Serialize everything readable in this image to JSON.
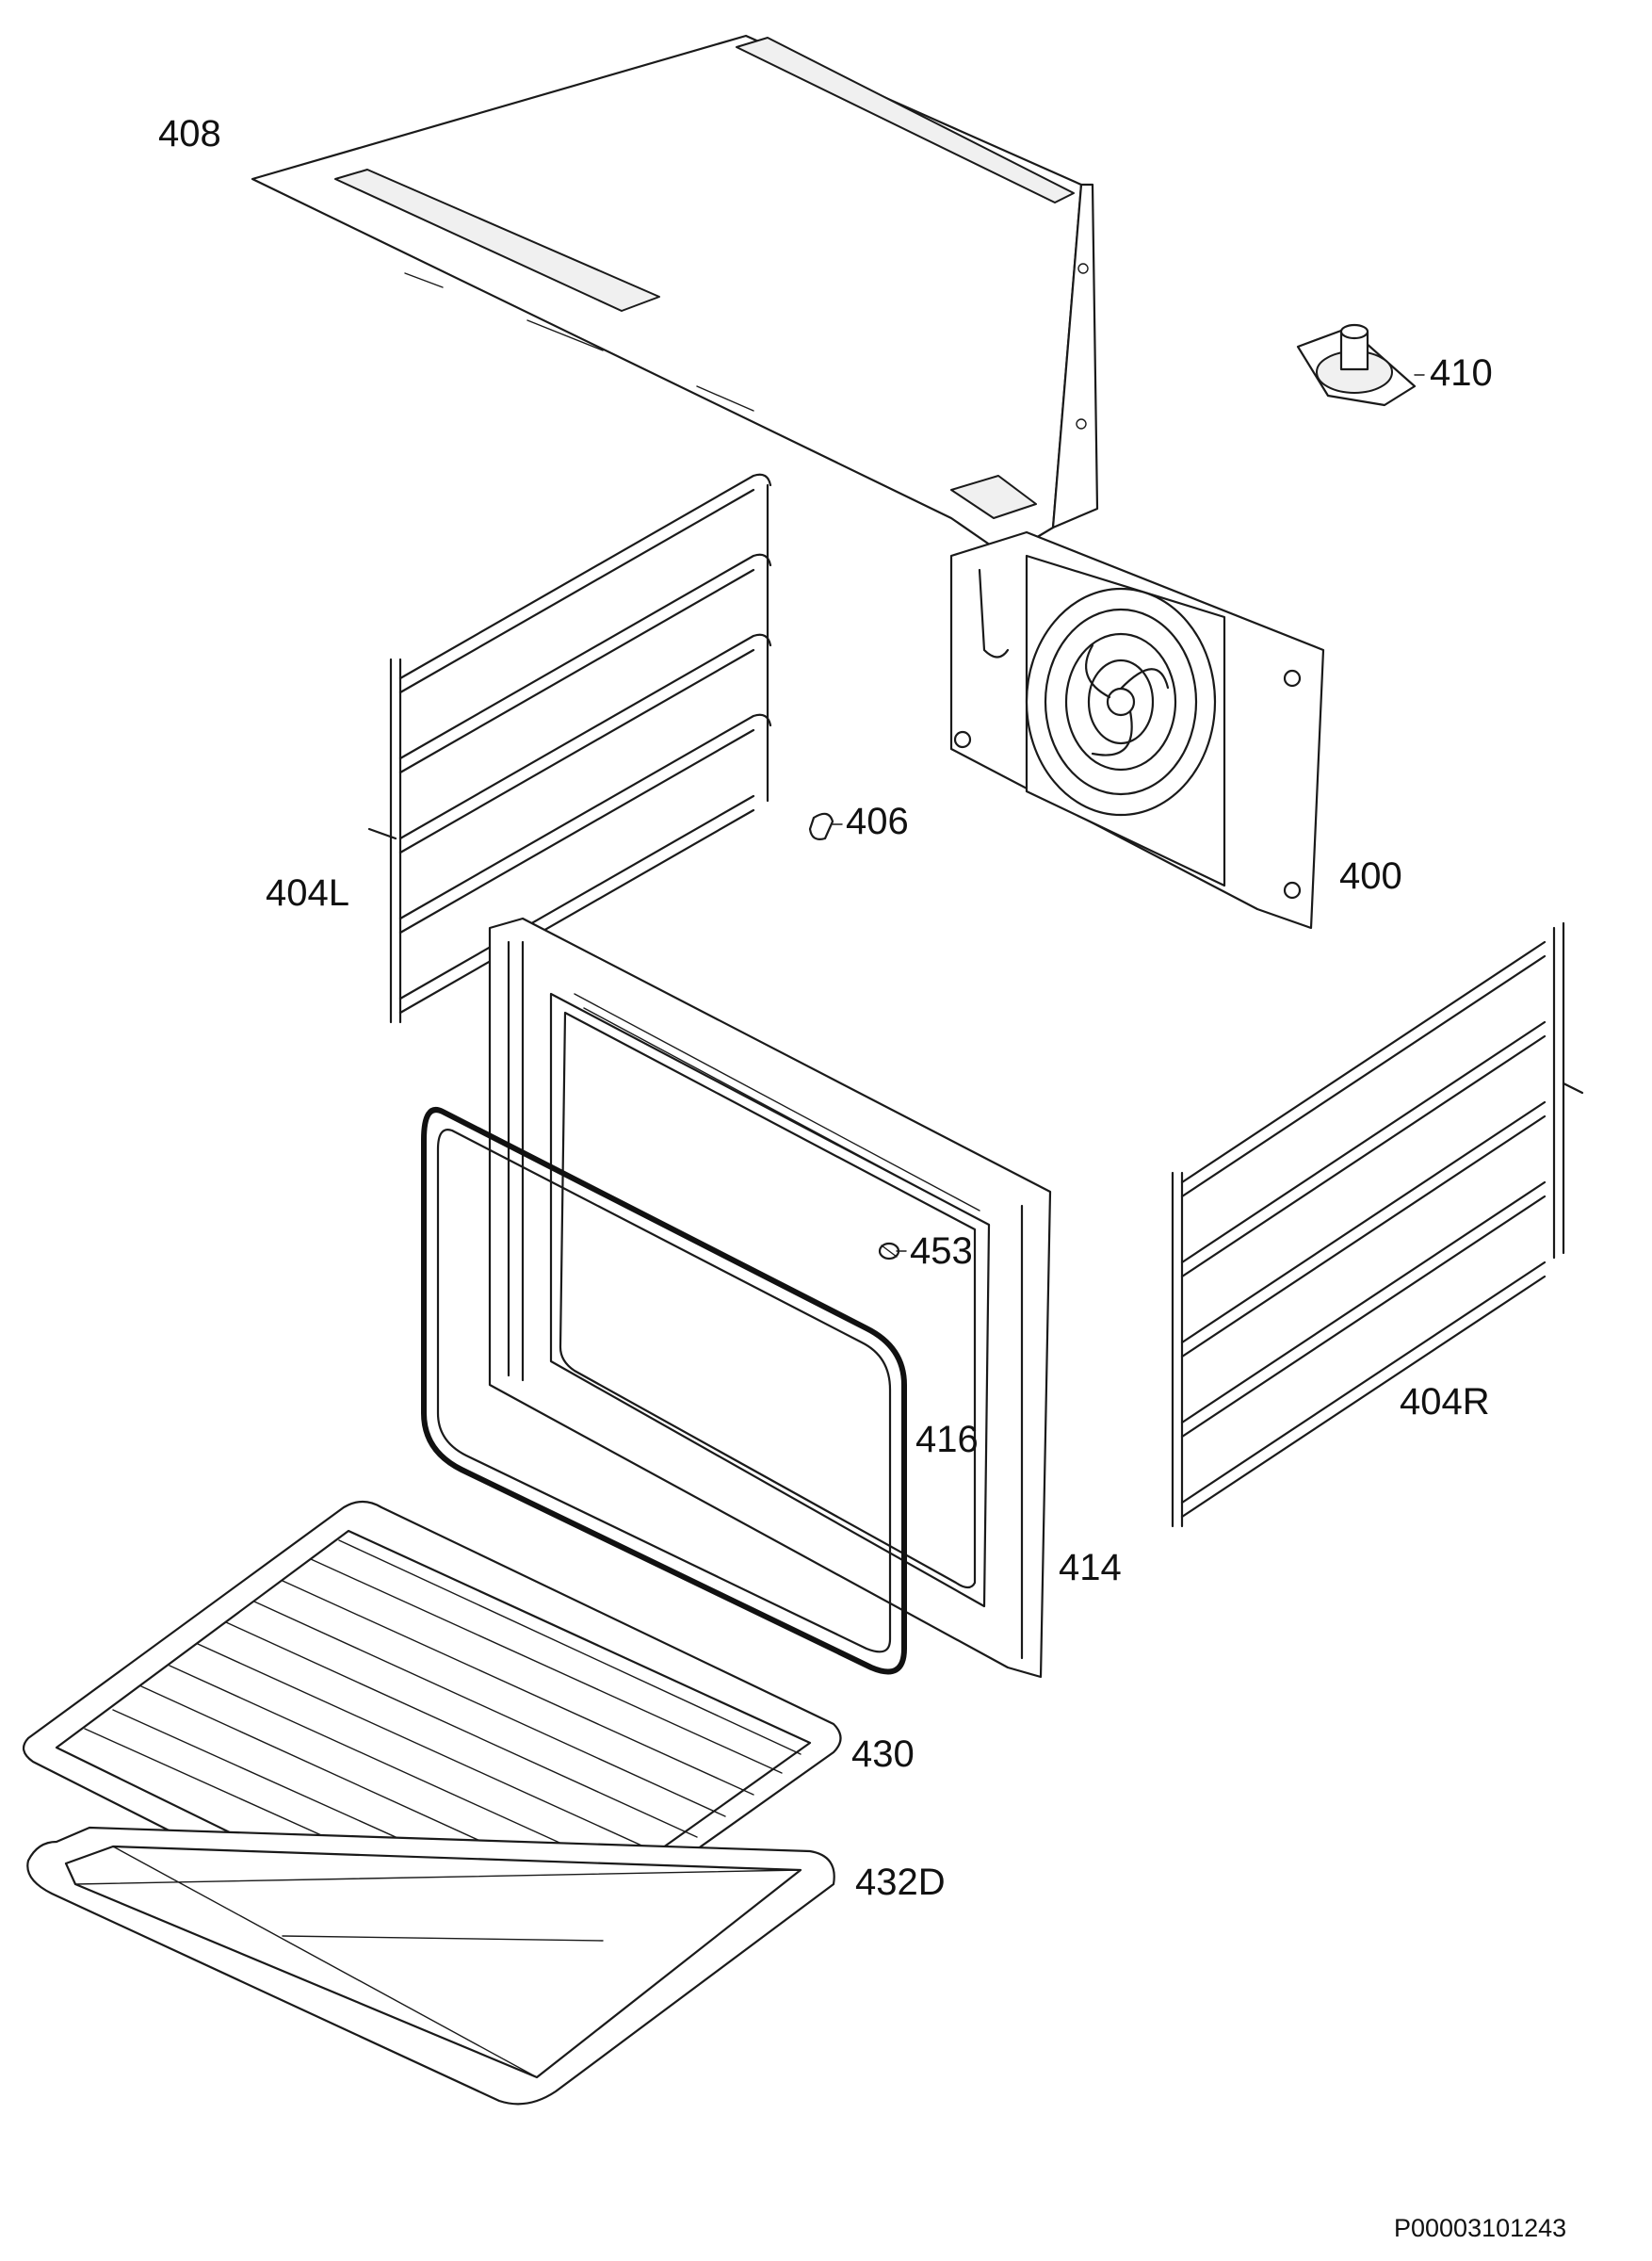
{
  "diagram": {
    "labels": {
      "p408": "408",
      "p410": "410",
      "p406": "406",
      "p404L": "404L",
      "p400": "400",
      "p404R": "404R",
      "p453": "453",
      "p416": "416",
      "p414": "414",
      "p430": "430",
      "p432D": "432D"
    },
    "document_code": "P00003101243"
  }
}
